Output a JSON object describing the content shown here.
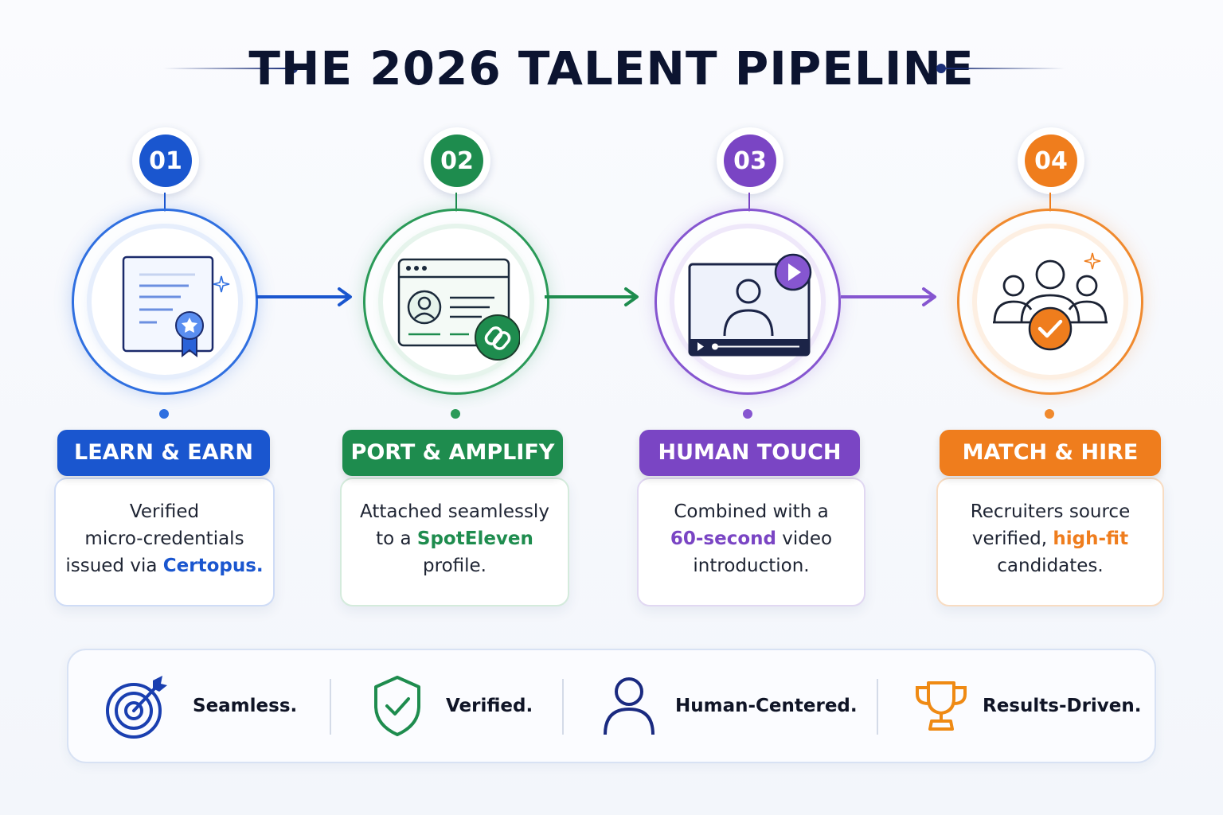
{
  "title": "THE 2026 TALENT PIPELINE",
  "steps": [
    {
      "number": "01",
      "label": "LEARN & EARN",
      "color": "#1a56cf",
      "icon": "certificate-icon",
      "desc_line1": "Verified",
      "desc_line2": "micro-credentials",
      "desc_line3_pre": "issued via ",
      "desc_line3_hl": "Certopus."
    },
    {
      "number": "02",
      "label": "PORT & AMPLIFY",
      "color": "#1e8c4e",
      "icon": "profile-link-icon",
      "desc_line1": "Attached seamlessly",
      "desc_line2_pre": "to a ",
      "desc_line2_hl": "SpotEleven",
      "desc_line3": "profile."
    },
    {
      "number": "03",
      "label": "HUMAN TOUCH",
      "color": "#7a45c4",
      "icon": "video-profile-icon",
      "desc_line1": "Combined with a",
      "desc_line2_hl": "60-second",
      "desc_line2_post": " video",
      "desc_line3": "introduction."
    },
    {
      "number": "04",
      "label": "MATCH & HIRE",
      "color": "#ef7d1d",
      "icon": "team-check-icon",
      "desc_line1": "Recruiters source",
      "desc_line2_pre": "verified, ",
      "desc_line2_hl": "high-fit",
      "desc_line3": "candidates."
    }
  ],
  "values": [
    {
      "label": "Seamless.",
      "icon": "target-icon",
      "color": "#1a3fb0"
    },
    {
      "label": "Verified.",
      "icon": "shield-check-icon",
      "color": "#1e8c4e"
    },
    {
      "label": "Human-Centered.",
      "icon": "person-icon",
      "color": "#1a2a80"
    },
    {
      "label": "Results-Driven.",
      "icon": "trophy-icon",
      "color": "#ef8a14"
    }
  ]
}
